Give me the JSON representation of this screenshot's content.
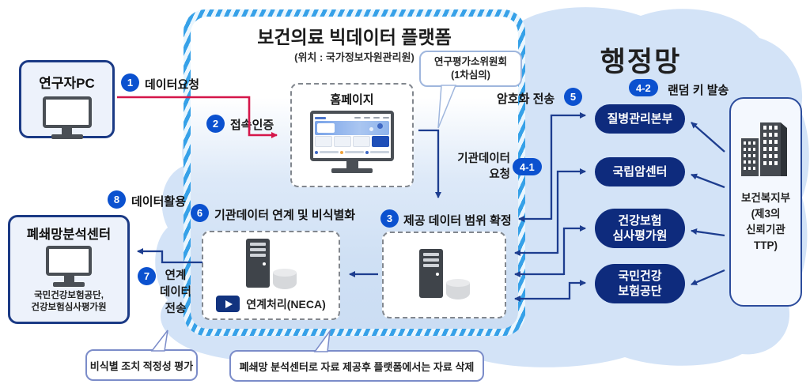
{
  "platform": {
    "title": "보건의료 빅데이터 플랫폼",
    "subtitle": "(위치 : 국가정보자원관리원)"
  },
  "admin_network_title": "행정망",
  "researcher_pc_label": "연구자PC",
  "homepage_label": "홈페이지",
  "committee": {
    "line1": "연구평가소위원회",
    "line2": "(1차심의)"
  },
  "steps": {
    "s1": {
      "num": "1",
      "label": "데이터요청"
    },
    "s2": {
      "num": "2",
      "label": "접속인증"
    },
    "s3": {
      "num": "3",
      "label": "제공 데이터 범위 확정"
    },
    "s4_1": {
      "num": "4-1",
      "line1": "기관데이터",
      "line2": "요청"
    },
    "s4_2": {
      "num": "4-2",
      "label": "랜덤 키 발송"
    },
    "s5": {
      "num": "5",
      "label": "암호화 전송"
    },
    "s6": {
      "num": "6",
      "label": "기관데이터 연계 및 비식별화"
    },
    "s7": {
      "num": "7",
      "line1": "연계",
      "line2": "데이터",
      "line3": "전송"
    },
    "s8": {
      "num": "8",
      "label": "데이터활용"
    }
  },
  "neca_label": "연계처리(NECA)",
  "institutions": [
    {
      "label": "질병관리본부"
    },
    {
      "label": "국립암센터"
    },
    {
      "label": "건강보험",
      "label2": "심사평가원"
    },
    {
      "label": "국민건강",
      "label2": "보험공단"
    }
  ],
  "mohw": {
    "line1": "보건복지부",
    "line2": "(제3의",
    "line3": "신뢰기관",
    "line4": "TTP)"
  },
  "closed_center": {
    "title": "폐쇄망분석센터",
    "line1": "국민건강보험공단,",
    "line2": "건강보험심사평가원"
  },
  "callouts": {
    "c1": "비식별 조치 적정성 평가",
    "c2": "폐쇄망 분석센터로 자료 제공후 플랫폼에서는 자료 삭제"
  },
  "icons": {
    "researcher": "monitor-icon",
    "homepage": "browser-monitor-icon",
    "closed_center": "monitor-icon",
    "server": "server-tower-icon",
    "database": "database-cylinder-icon",
    "neca_play": "play-icon",
    "mohw": "building-icon",
    "cloud": "cloud-shape"
  },
  "colors": {
    "badge_blue": "#0b51cf",
    "pill_navy": "#0e2b7d",
    "box_border_navy": "#1b3a85",
    "arrow_navy": "#1d3d8f",
    "arrow_red": "#d5164a",
    "hatch_blue": "#36a1e8",
    "cloud_blue": "#d3e3f7",
    "callout_border": "#7b8cc9"
  }
}
